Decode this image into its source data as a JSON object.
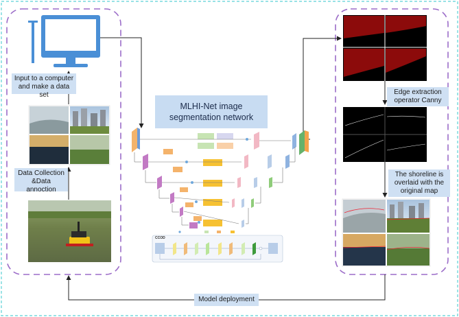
{
  "left_panel": {
    "label_input": "Input to a computer and make a data set",
    "label_collection": "Data Collection &Data annoction"
  },
  "center": {
    "title": "MLHI-Net image segmentation network",
    "ccod_title": "CCOD"
  },
  "right_panel": {
    "label_edge": "Edge extraction operator Canny",
    "label_overlay": "The shoreline is overlaid with the original map"
  },
  "bottom": {
    "label_deploy": "Model deployment"
  },
  "colors": {
    "frame_border": "#5ad0d6",
    "panel_dash": "#9b6cc8",
    "label_bg": "#cfe0f3",
    "seg_red": "#8c0b0b",
    "arrow": "#222222"
  }
}
